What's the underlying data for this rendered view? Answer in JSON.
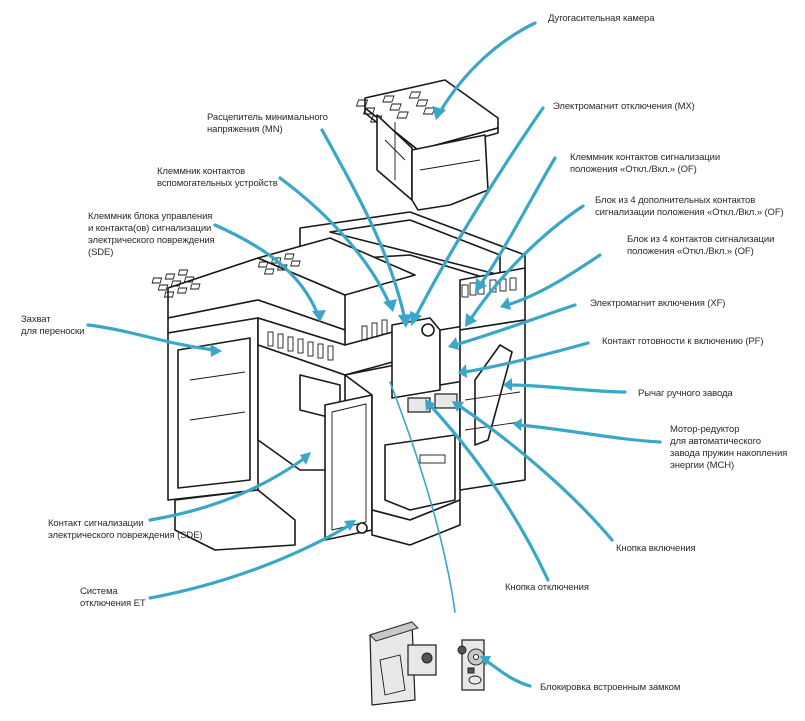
{
  "diagram": {
    "title": "",
    "accent_color": "#3aa6c8",
    "callouts": [
      {
        "id": "arc-chute",
        "text": "Дугогасительная камера"
      },
      {
        "id": "shunt-trip-mx",
        "text": "Электромагнит отключения (MX)"
      },
      {
        "id": "undervoltage-mn",
        "text": "Расцепитель минимального\nнапряжения (MN)"
      },
      {
        "id": "of-terminal",
        "text": "Клеммник контактов сигнализации\nположения «Откл./Вкл.» (OF)"
      },
      {
        "id": "aux-terminal",
        "text": "Клеммник контактов\nвспомогательных устройств"
      },
      {
        "id": "of-block-extra",
        "text": "Блок из 4 дополнительных контактов\nсигнализации положения «Откл./Вкл.» (OF)"
      },
      {
        "id": "sde-terminal",
        "text": "Клеммник блока управления\nи контакта(ов) сигнализации\nэлектрического повреждения\n(SDE)"
      },
      {
        "id": "of-block",
        "text": "Блок из 4 контактов сигнализации\nположения «Откл./Вкл.» (OF)"
      },
      {
        "id": "carry-handle",
        "text": "Захват\nдля переноски"
      },
      {
        "id": "closing-coil-xf",
        "text": "Электромагнит включения (XF)"
      },
      {
        "id": "ready-contact-pf",
        "text": "Контакт готовности к включению (PF)"
      },
      {
        "id": "manual-lever",
        "text": "Рычаг ручного завода"
      },
      {
        "id": "motor-mch",
        "text": "Мотор-редуктор\nдля автоматического\nзавода пружин накопления\nэнергии (MCH)"
      },
      {
        "id": "sde-contact",
        "text": "Контакт сигнализации\nэлектрического повреждения (SDE)"
      },
      {
        "id": "close-button",
        "text": "Кнопка включения"
      },
      {
        "id": "trip-unit-et",
        "text": "Система\nотключения ET"
      },
      {
        "id": "open-button",
        "text": "Кнопка отключения"
      },
      {
        "id": "key-lock",
        "text": "Блокировка встроенным замком"
      }
    ]
  }
}
